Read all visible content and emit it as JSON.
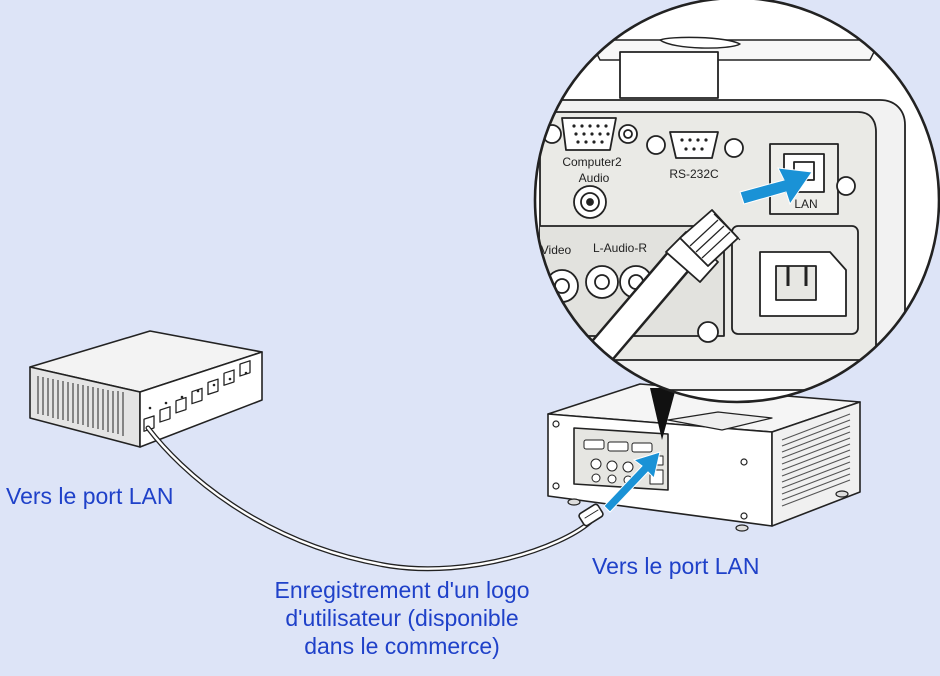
{
  "colors": {
    "background": "#dde4f7",
    "caption_text": "#1f41c9",
    "arrow": "#1a92d6",
    "device_body": "#ffffff",
    "panel": "#eaeae6",
    "outline": "#222222"
  },
  "captions": {
    "hub_port": "Vers le port LAN",
    "projector_port": "Vers le port LAN",
    "cable": [
      "Enregistrement d'un logo",
      "d'utilisateur (disponible",
      "dans le commerce)"
    ]
  },
  "port_labels": {
    "computer2": "Computer2",
    "audio": "Audio",
    "rs232c": "RS-232C",
    "lan": "LAN",
    "video": "Video",
    "l_audio_r": "L-Audio-R"
  },
  "icons": {
    "zoom_arrow": "arrow-right-icon",
    "projector_arrow": "arrow-up-right-icon"
  }
}
